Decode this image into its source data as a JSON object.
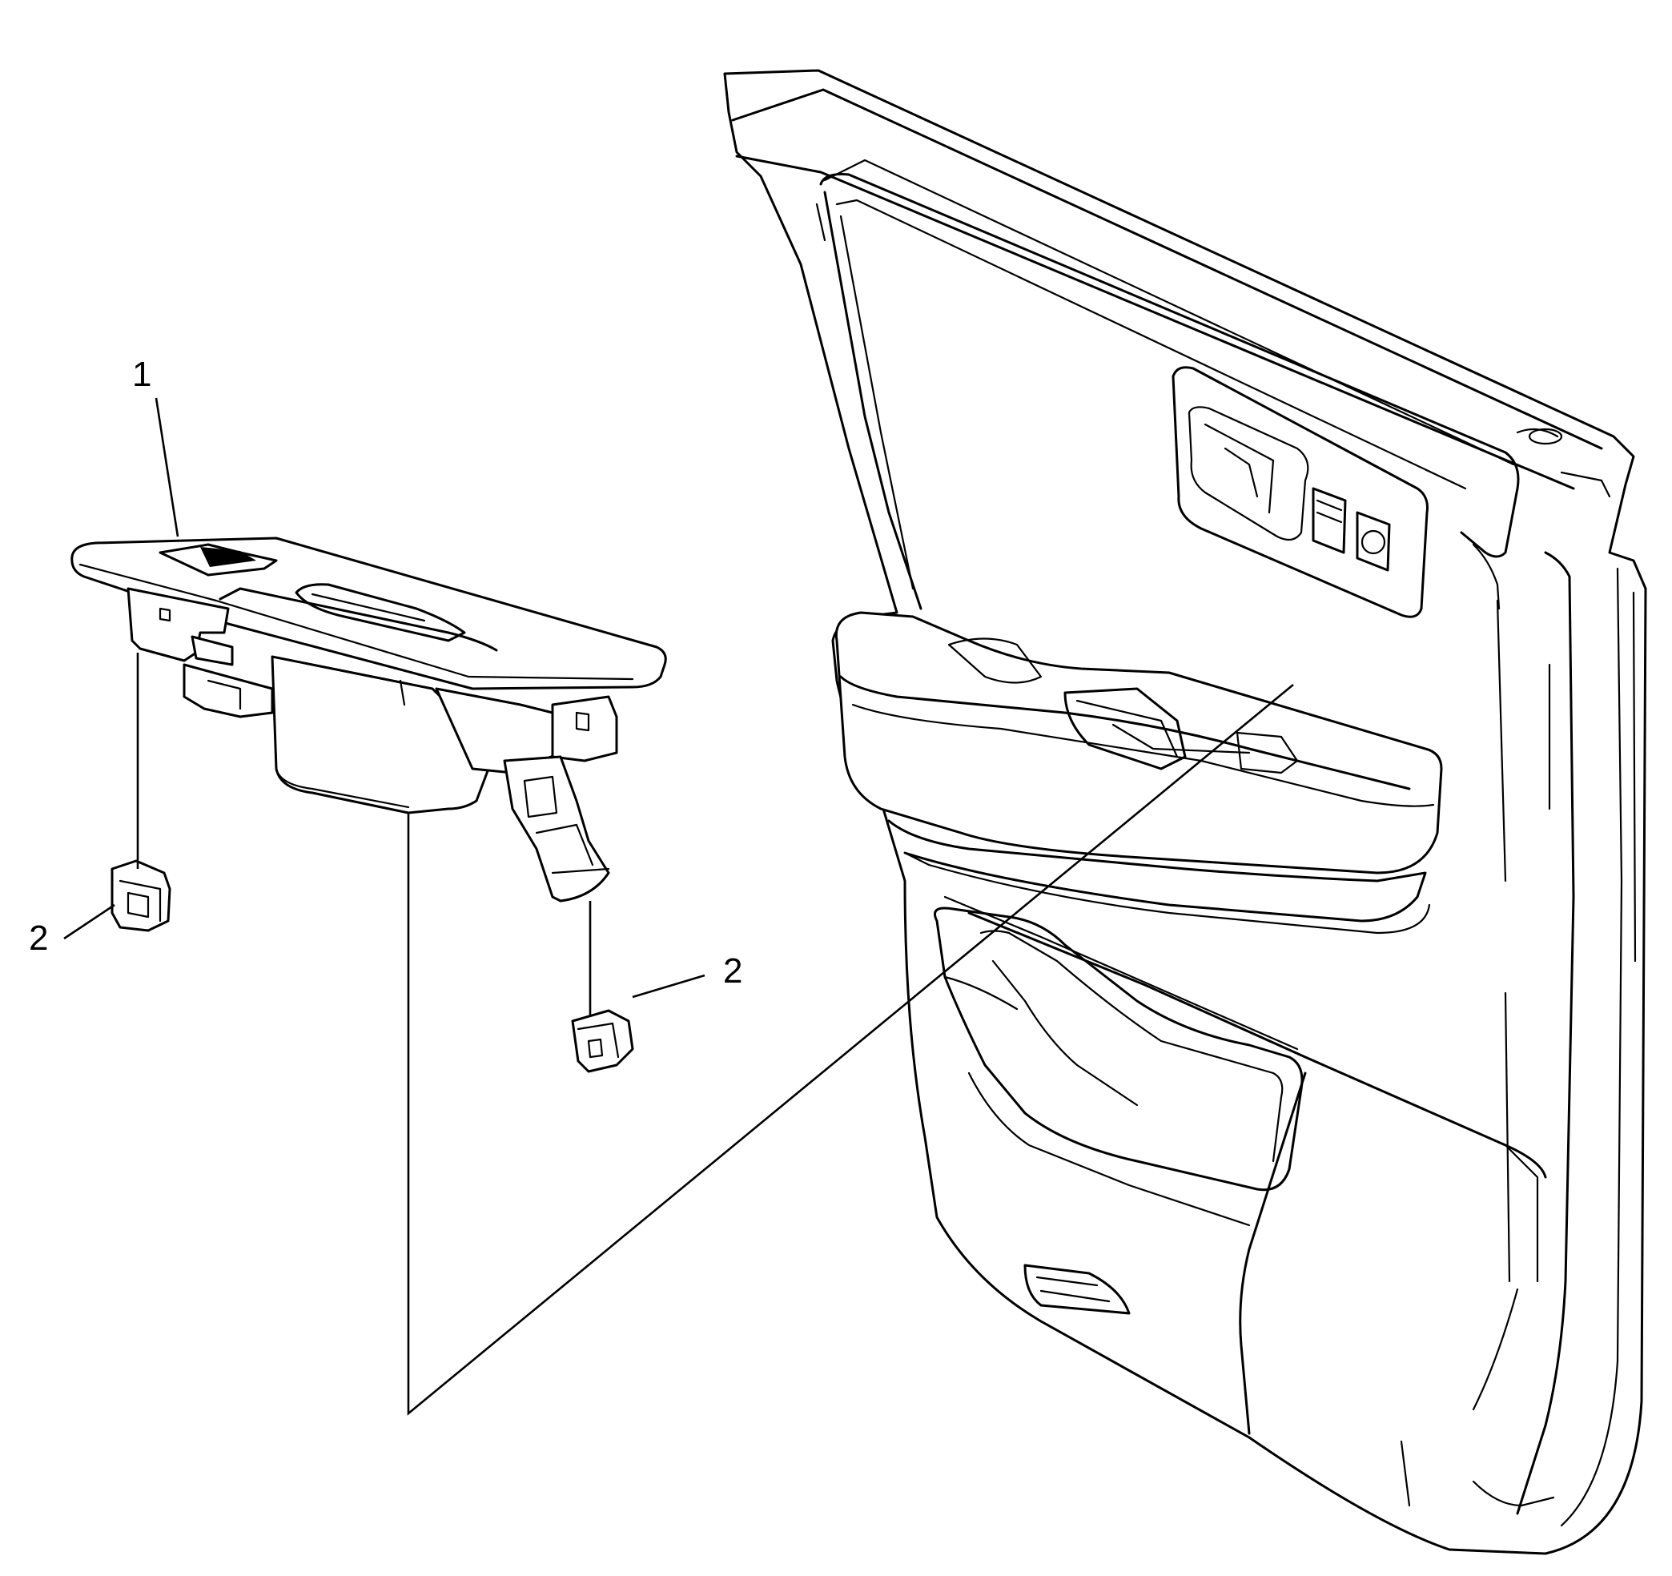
{
  "callouts": {
    "switch_bezel": "1",
    "connector_left": "2",
    "connector_right": "2"
  }
}
